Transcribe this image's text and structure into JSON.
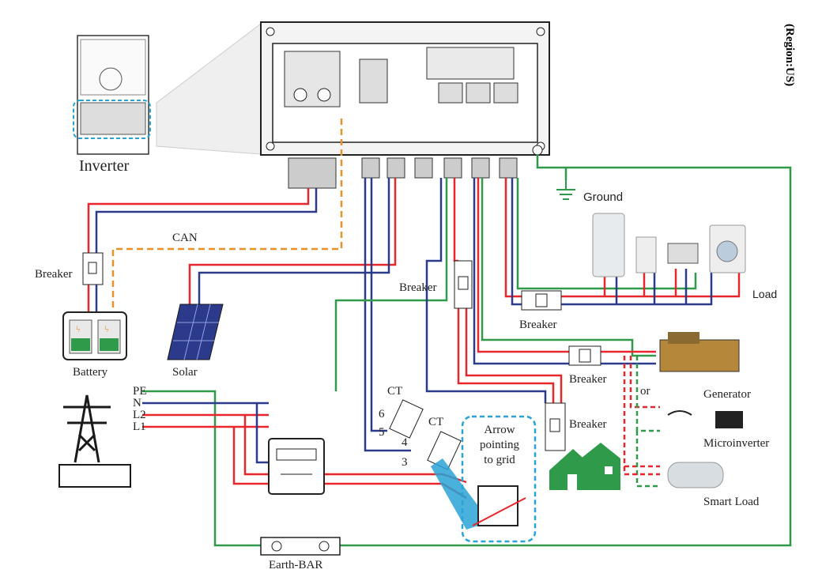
{
  "region_label": "(Region:US)",
  "inverter_label": "Inverter",
  "ground_label": "Ground",
  "can_label": "CAN",
  "breaker_label": "Breaker",
  "battery_label": "Battery",
  "solar_label": "Solar",
  "load_label": "Load",
  "generator_label": "Generator",
  "or_label": "or",
  "microinverter_label": "Microinverter",
  "smart_load_label": "Smart Load",
  "grid_lines": [
    "PE",
    "N",
    "L2",
    "L1"
  ],
  "ct_label": "CT",
  "ct_numbers": [
    "6",
    "5",
    "4",
    "3"
  ],
  "arrow_note_lines": [
    "Arrow",
    "pointing",
    "to grid"
  ],
  "earth_bar_label": "Earth-BAR",
  "colors": {
    "red": "#e8262b",
    "blue": "#2c3a8c",
    "green": "#2e9a4a",
    "orange": "#e8902a",
    "cyan": "#29a3d6",
    "dark": "#1a1a1a"
  }
}
